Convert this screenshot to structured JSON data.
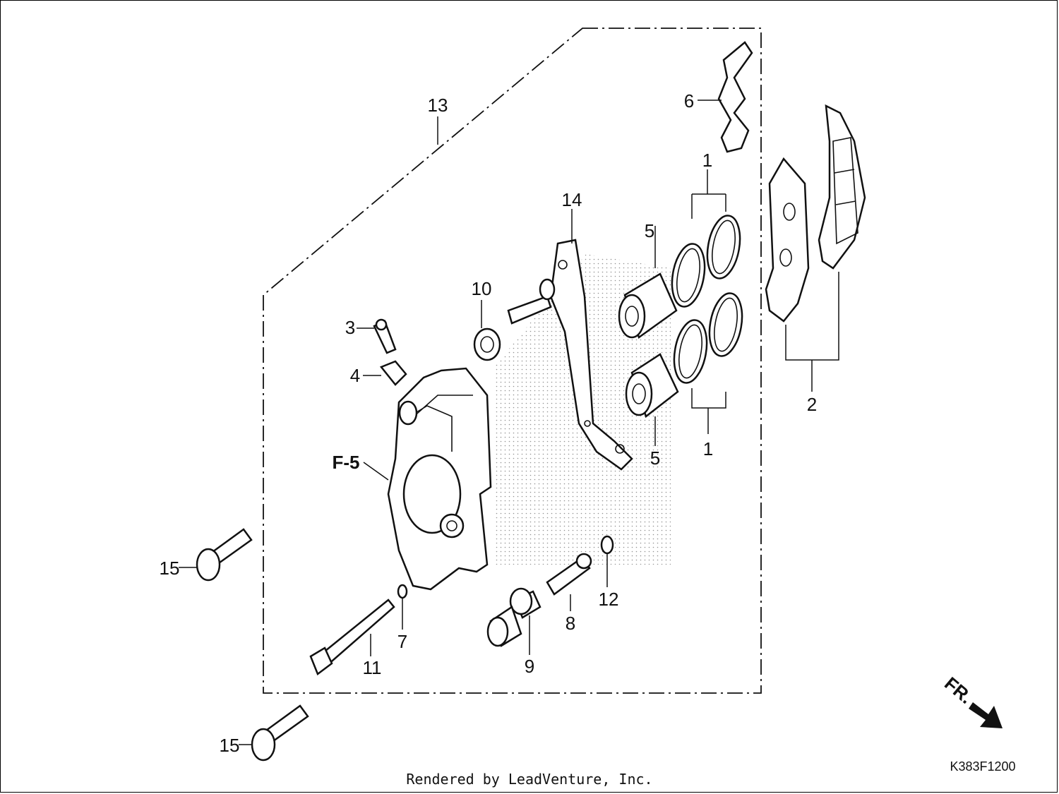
{
  "callouts": {
    "c1a": "1",
    "c1b": "1",
    "c2": "2",
    "c3": "3",
    "c4": "4",
    "c5a": "5",
    "c5b": "5",
    "c6": "6",
    "c7": "7",
    "c8": "8",
    "c9": "9",
    "c10": "10",
    "c11": "11",
    "c12": "12",
    "c13": "13",
    "c14": "14",
    "c15a": "15",
    "c15b": "15"
  },
  "ref_label": "F-5",
  "direction_label": "FR.",
  "diagram_code": "K383F1200",
  "credit": "Rendered by LeadVenture, Inc."
}
